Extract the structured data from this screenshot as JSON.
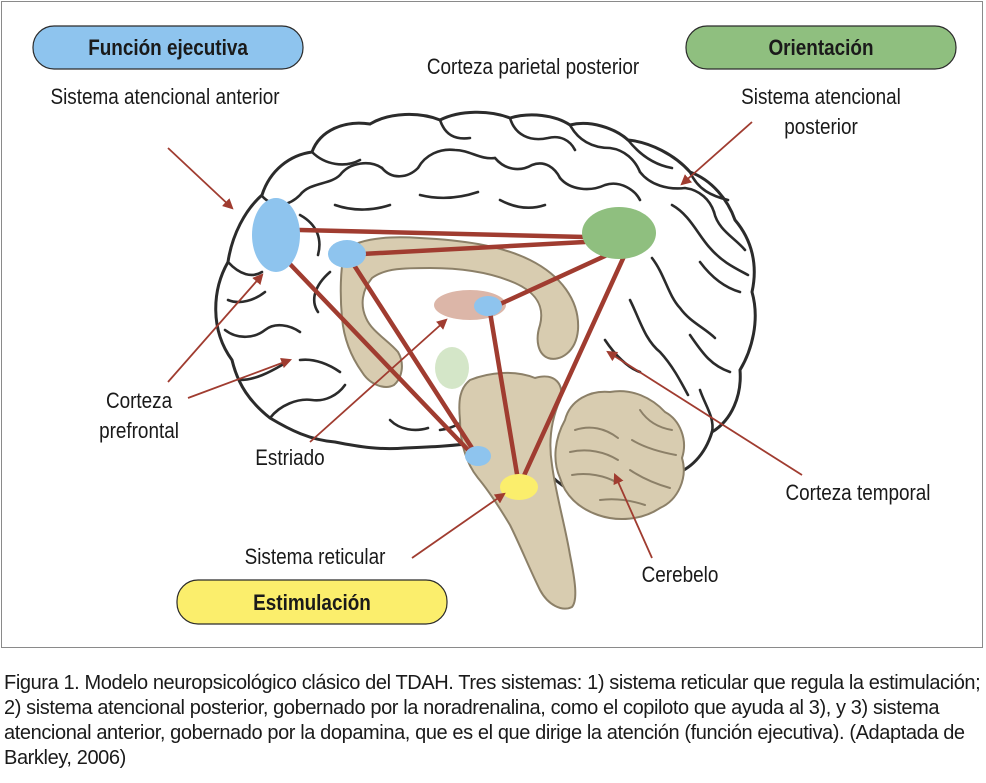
{
  "colors": {
    "blue": "#8ec4ee",
    "green": "#8fbf7f",
    "yellow": "#fbee6c",
    "connection": "#a03c30",
    "tissue": "#d8ccb0",
    "outline": "#2b2b2b"
  },
  "badges": {
    "executive": "Función ejecutiva",
    "orientation": "Orientación",
    "stimulation": "Estimulación"
  },
  "labels": {
    "posterior_parietal_cortex": "Corteza parietal posterior",
    "anterior_attention_system": "Sistema atencional anterior",
    "posterior_attention_line1": "Sistema atencional",
    "posterior_attention_line2": "posterior",
    "prefrontal_line1": "Corteza",
    "prefrontal_line2": "prefrontal",
    "striatum": "Estriado",
    "temporal_cortex": "Corteza temporal",
    "reticular_system": "Sistema reticular",
    "cerebellum": "Cerebelo"
  },
  "caption": {
    "lead": "Figura 1.",
    "text": " Modelo neuropsicológico clásico del TDAH. Tres sistemas: 1) sistema reticular que regula la estimulación; 2) sistema atencional posterior, gobernado por la noradrenalina, como el copiloto que ayuda al 3), y 3) sistema atencional anterior, gobernado por la dopamina, que es el que dirige la atención (función ejecutiva). (Adaptada de Barkley, 2006)"
  }
}
